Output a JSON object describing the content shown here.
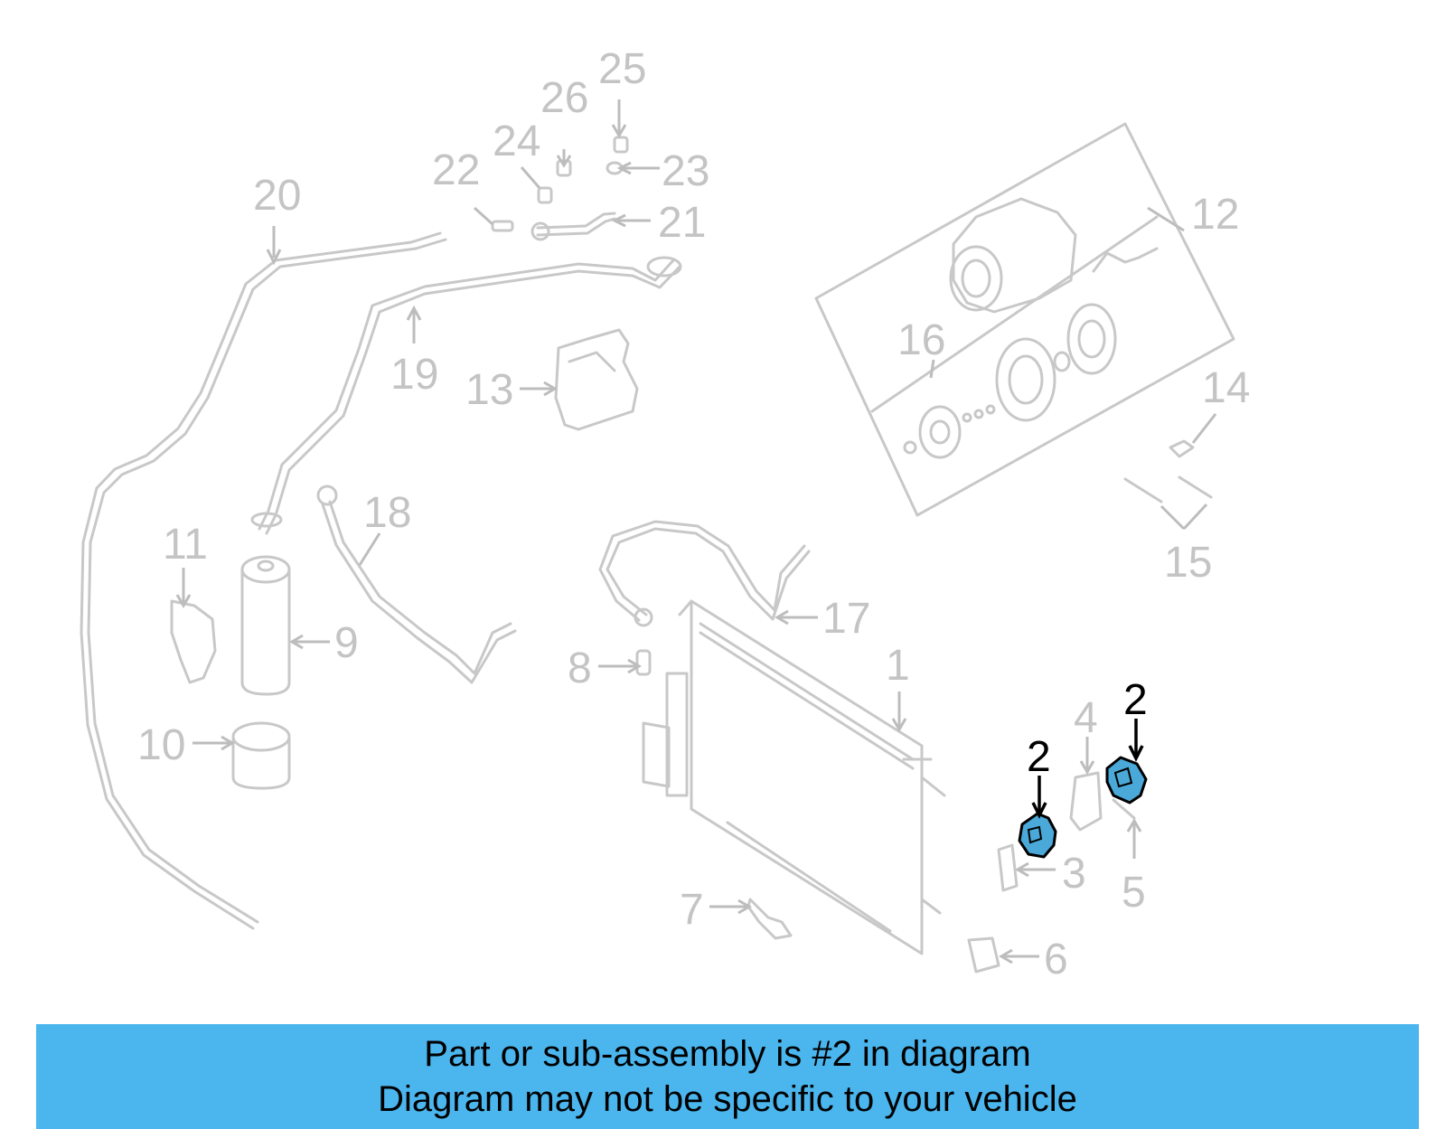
{
  "callouts": {
    "c1": "1",
    "c2a": "2",
    "c2b": "2",
    "c3": "3",
    "c4": "4",
    "c5": "5",
    "c6": "6",
    "c7": "7",
    "c8": "8",
    "c9": "9",
    "c10": "10",
    "c11": "11",
    "c12": "12",
    "c13": "13",
    "c14": "14",
    "c15": "15",
    "c16": "16",
    "c17": "17",
    "c18": "18",
    "c19": "19",
    "c20": "20",
    "c21": "21",
    "c22": "22",
    "c23": "23",
    "c24": "24",
    "c25": "25",
    "c26": "26"
  },
  "highlight_color": "#4aa9d8",
  "caption": {
    "line1": "Part or sub-assembly is #2 in diagram",
    "line2": "Diagram may not be specific to your vehicle",
    "background": "#4bb6ee"
  }
}
